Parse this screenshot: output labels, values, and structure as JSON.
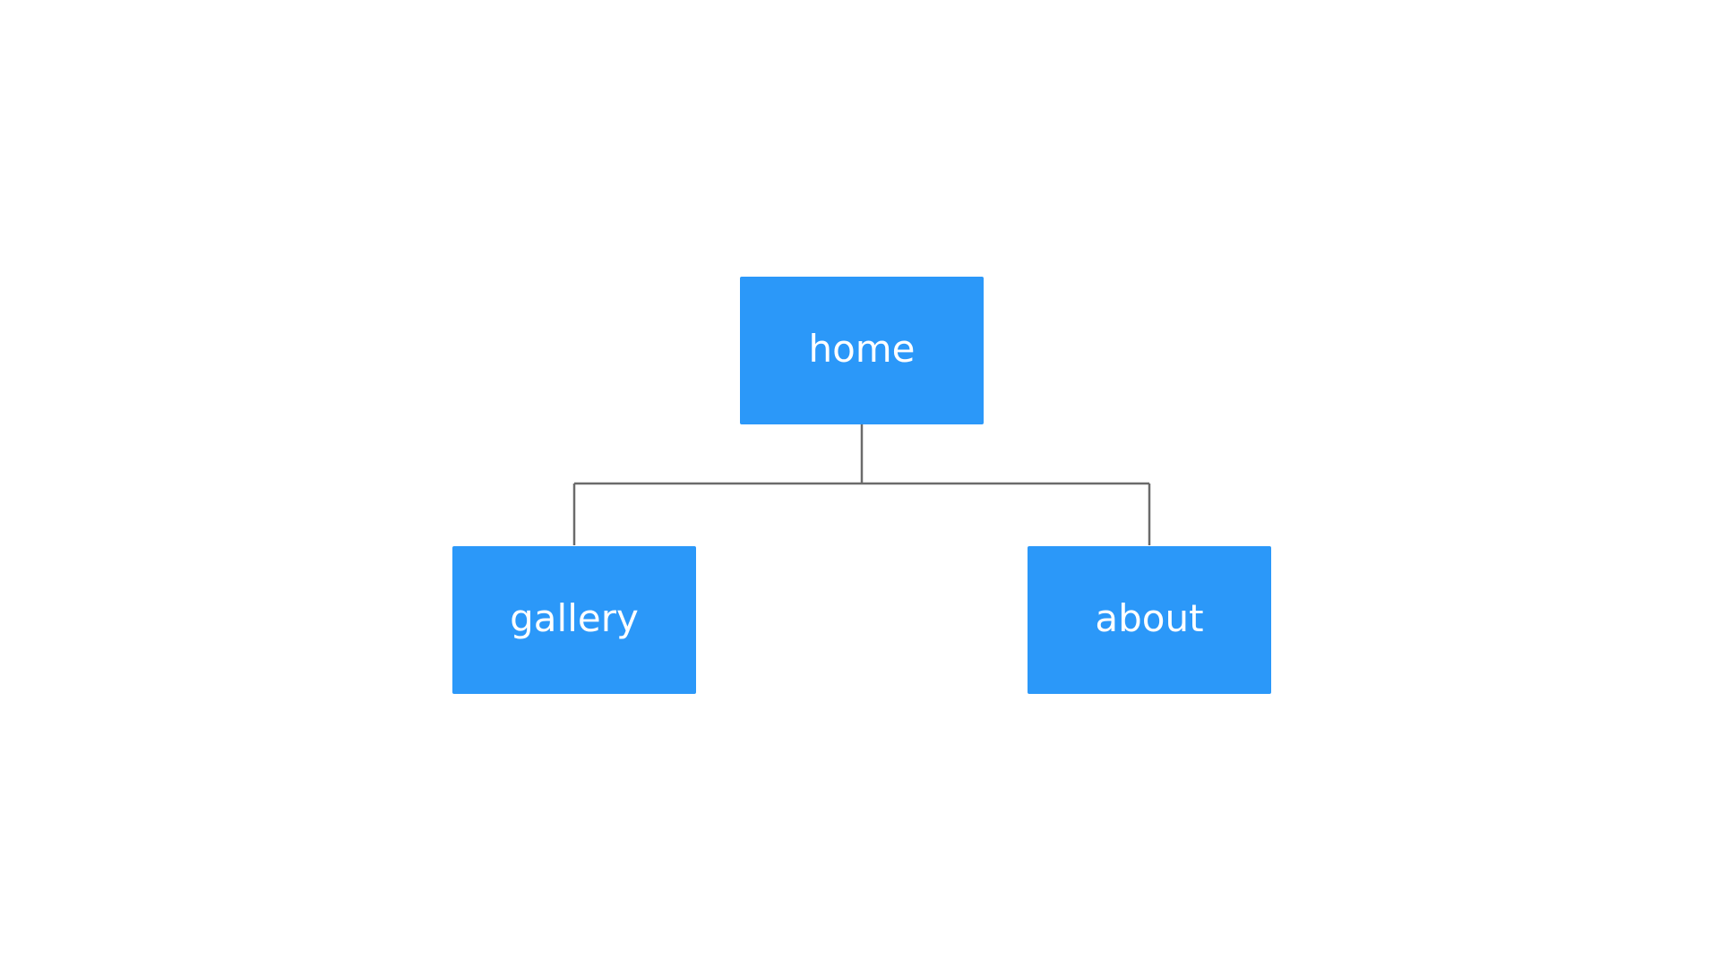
{
  "diagram": {
    "type": "tree",
    "colors": {
      "node_fill": "#2B98F9",
      "node_text": "#FFFFFF",
      "connector": "#6B6B6B",
      "background": "#FFFFFF"
    },
    "root": {
      "label": "home"
    },
    "children": [
      {
        "label": "gallery"
      },
      {
        "label": "about"
      }
    ]
  }
}
